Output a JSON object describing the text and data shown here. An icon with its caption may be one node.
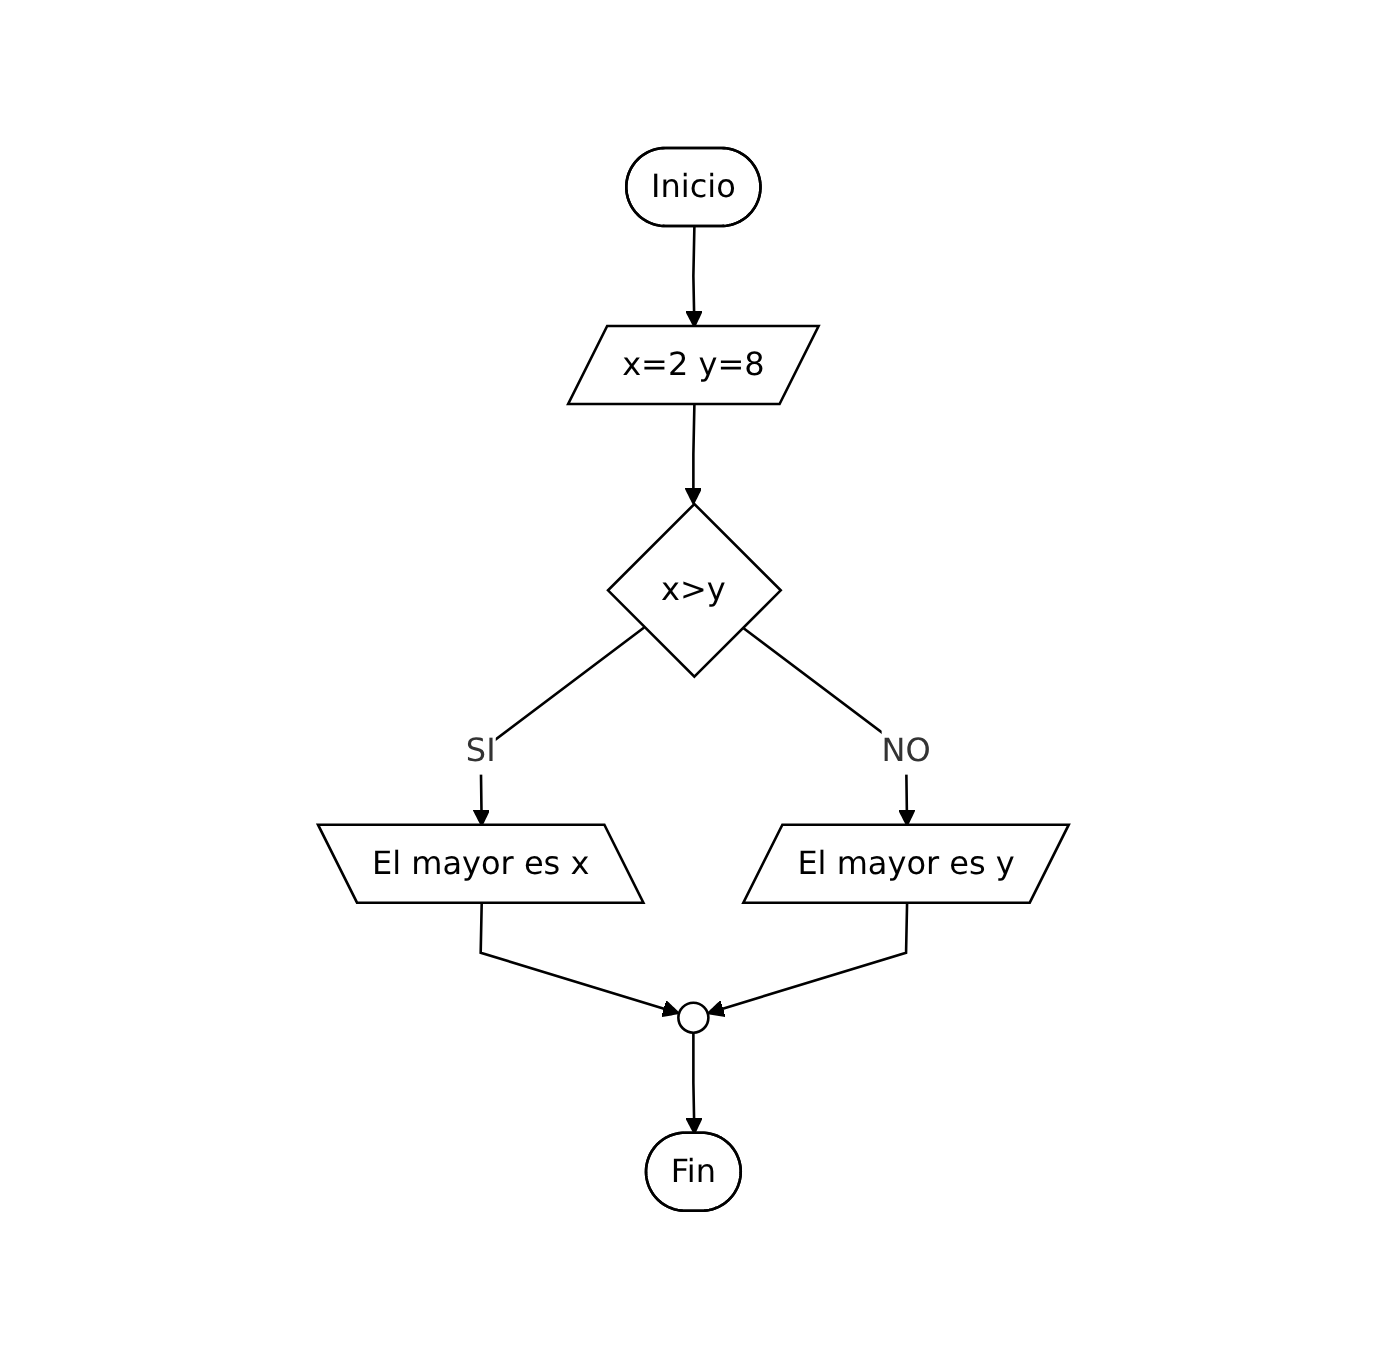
{
  "diagram": {
    "nodes": [
      {
        "text": [
          "Inicio"
        ]
      },
      {
        "text": [
          "x=2 y=8"
        ]
      },
      {
        "text": [
          "x>y"
        ]
      },
      {
        "text": [
          "El mayor es x"
        ]
      },
      {
        "text": [
          "El mayor es y"
        ]
      },
      {
        "text": [],
        "shape": "circle"
      },
      {
        "text": [
          "Fin"
        ]
      }
    ],
    "edges": [
      {
        "from": 0,
        "to": 1,
        "arrow": "to"
      },
      {
        "from": 1,
        "to": 2,
        "arrow": "to"
      },
      {
        "from": 2,
        "to": 3,
        "arrow": "to",
        "label": "SI"
      },
      {
        "from": 2,
        "to": 4,
        "arrow": "to",
        "label": "NO"
      },
      {
        "from": 3,
        "to": 5,
        "arrow": "to"
      },
      {
        "from": 4,
        "to": 5,
        "arrow": "to"
      },
      {
        "from": 5,
        "to": 6,
        "arrow": "to"
      }
    ]
  }
}
